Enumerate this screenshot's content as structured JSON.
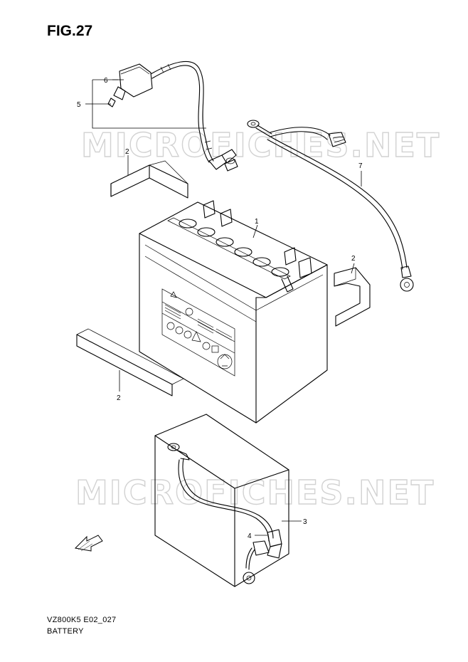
{
  "figure": {
    "title": "FIG.27",
    "model_code": "VZ800K5 E02_027",
    "section_name": "BATTERY"
  },
  "watermark": {
    "text": "MICROFICHES.NET"
  },
  "callouts": [
    {
      "id": "1",
      "part": "battery"
    },
    {
      "id": "2",
      "part": "pad-upper-left"
    },
    {
      "id": "2",
      "part": "pad-right"
    },
    {
      "id": "2",
      "part": "pad-bottom"
    },
    {
      "id": "3",
      "part": "battery-case"
    },
    {
      "id": "4",
      "part": "terminal-cover"
    },
    {
      "id": "5",
      "part": "positive-lead-assembly"
    },
    {
      "id": "6",
      "part": "cap"
    },
    {
      "id": "7",
      "part": "negative-lead"
    }
  ],
  "icons": {
    "front_arrow": "fwd-arrow-icon"
  },
  "colors": {
    "line": "#000000",
    "watermark": "#d2d2d2",
    "background": "#ffffff"
  }
}
